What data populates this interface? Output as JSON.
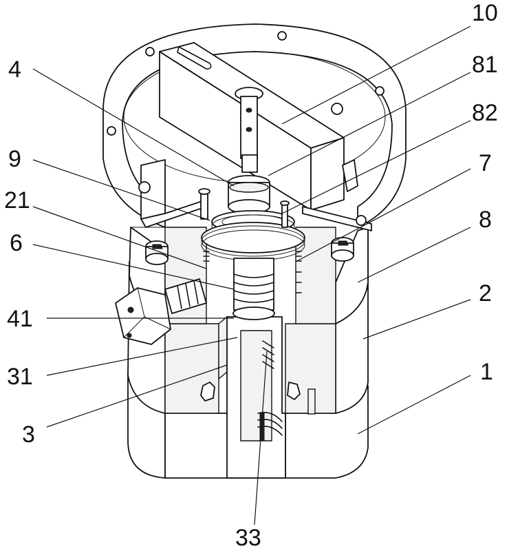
{
  "labels": {
    "l10": "10",
    "l81": "81",
    "l82": "82",
    "l4": "4",
    "l9": "9",
    "l7": "7",
    "l21": "21",
    "l8": "8",
    "l6": "6",
    "l2": "2",
    "l41": "41",
    "l31": "31",
    "l1": "1",
    "l3": "3",
    "l33": "33"
  }
}
